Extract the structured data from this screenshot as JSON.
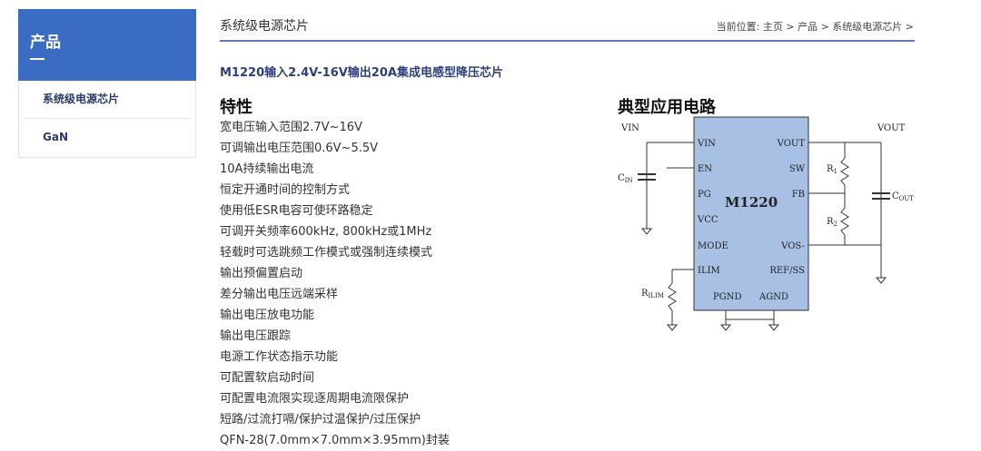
{
  "sidebar": {
    "title": "产品",
    "items": [
      {
        "label": "系统级电源芯片"
      },
      {
        "label": "GaN"
      }
    ]
  },
  "header": {
    "section_title": "系统级电源芯片",
    "breadcrumb": {
      "prefix": "当前位置:",
      "items": [
        "主页",
        "产品",
        "系统级电源芯片"
      ],
      "separator": ">"
    }
  },
  "product": {
    "title": "M1220输入2.4V-16V输出20A集成电感型降压芯片"
  },
  "features": {
    "heading": "特性",
    "items": [
      "宽电压输入范围2.7V~16V",
      "可调输出电压范围0.6V~5.5V",
      "10A持续输出电流",
      "恒定开通时间的控制方式",
      "使用低ESR电容可使环路稳定",
      "可调开关频率600kHz, 800kHz或1MHz",
      "轻载时可选跳频工作模式或强制连续模式",
      "输出预偏置启动",
      "差分输出电压远端采样",
      "输出电压放电功能",
      "输出电压跟踪",
      "电源工作状态指示功能",
      "可配置软启动时间",
      "可配置电流限实现逐周期电流限保护",
      "短路/过流打嗝/保护过温保护/过压保护",
      "QFN-28(7.0mm×7.0mm×3.95mm)封装"
    ]
  },
  "circuit": {
    "heading": "典型应用电路",
    "chip_name": "M1220",
    "chip_color": "#a7c0e3",
    "pins_left": [
      "VIN",
      "EN",
      "PG",
      "VCC",
      "MODE",
      "ILIM"
    ],
    "pins_right": [
      "VOUT",
      "SW",
      "FB",
      "VOS-",
      "REF/SS"
    ],
    "pins_bottom": [
      "PGND",
      "AGND"
    ],
    "vin_label": "VIN",
    "vout_label": "VOUT",
    "cin": {
      "base": "C",
      "sub": "IN"
    },
    "cout": {
      "base": "C",
      "sub": "OUT"
    },
    "r1": {
      "base": "R",
      "sub": "1"
    },
    "r2": {
      "base": "R",
      "sub": "2"
    },
    "rilim": {
      "base": "R",
      "sub": "ILIM"
    }
  }
}
